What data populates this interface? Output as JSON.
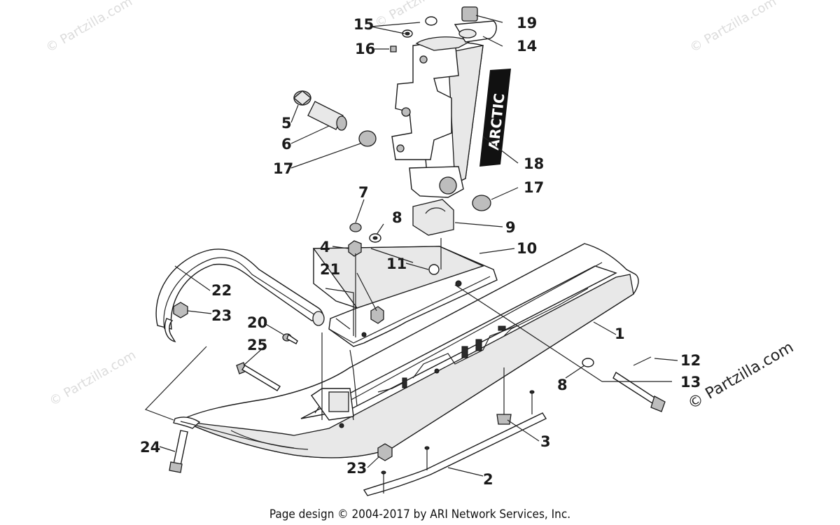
{
  "watermarks": {
    "faint": "© Partzilla.com",
    "main": "© Partzilla.com"
  },
  "footer": "Page design © 2004-2017 by ARI Network Services, Inc.",
  "parts": [
    {
      "num": "1"
    },
    {
      "num": "2"
    },
    {
      "num": "3"
    },
    {
      "num": "4"
    },
    {
      "num": "5"
    },
    {
      "num": "6"
    },
    {
      "num": "7"
    },
    {
      "num": "8"
    },
    {
      "num": "8"
    },
    {
      "num": "9"
    },
    {
      "num": "10"
    },
    {
      "num": "11"
    },
    {
      "num": "12"
    },
    {
      "num": "13"
    },
    {
      "num": "14"
    },
    {
      "num": "15"
    },
    {
      "num": "16"
    },
    {
      "num": "17"
    },
    {
      "num": "17"
    },
    {
      "num": "18"
    },
    {
      "num": "19"
    },
    {
      "num": "20"
    },
    {
      "num": "21"
    },
    {
      "num": "22"
    },
    {
      "num": "23"
    },
    {
      "num": "23"
    },
    {
      "num": "24"
    },
    {
      "num": "25"
    }
  ],
  "decal_text": "ARCTIC"
}
